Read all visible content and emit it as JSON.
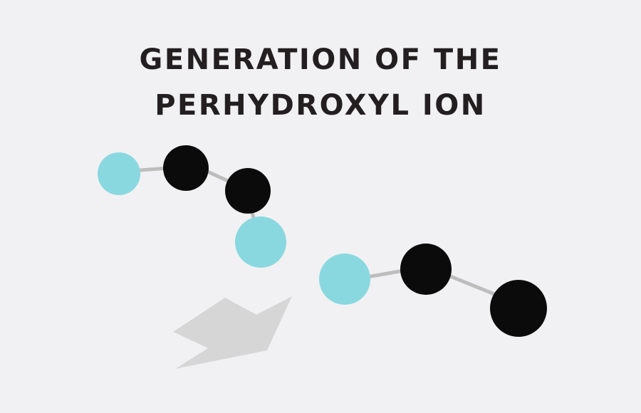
{
  "title": {
    "line1": "GENERATION OF THE",
    "line2": "PERHYDROXYL ION"
  },
  "colors": {
    "background": "#f1f1f3",
    "title_text": "#231f20",
    "atom_black": "#0b0b0b",
    "atom_cyan": "#8ad8df",
    "bond": "#bdbdbd",
    "arrow_shape": "#d6d6d6"
  },
  "molecules": [
    {
      "name": "upper-left-molecule",
      "atoms": [
        "cyan",
        "black",
        "black",
        "cyan"
      ]
    },
    {
      "name": "lower-right-molecule",
      "atoms": [
        "cyan",
        "black",
        "black"
      ]
    }
  ]
}
